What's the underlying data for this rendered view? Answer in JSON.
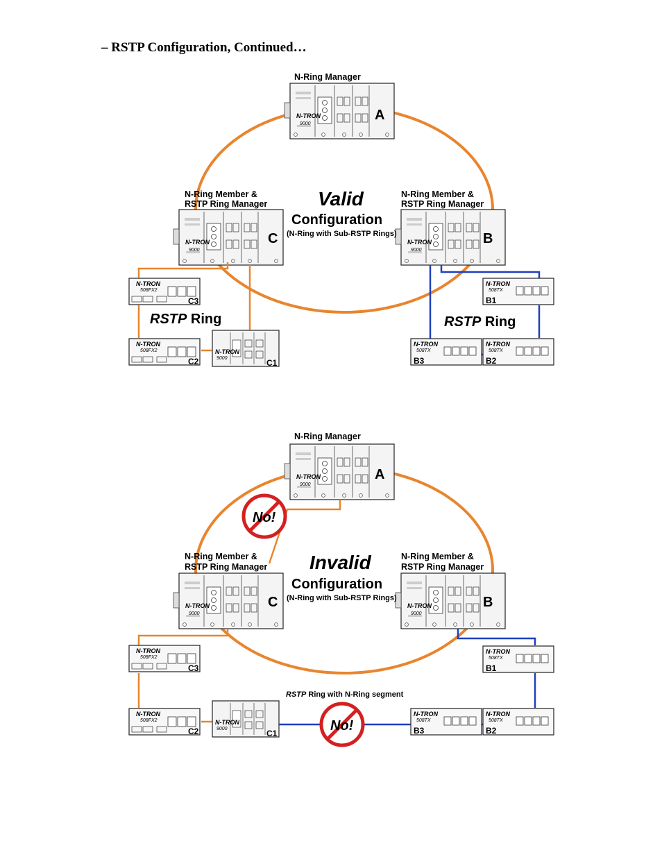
{
  "heading": "– RSTP Configuration, Continued…",
  "colors": {
    "ring": "#E8852E",
    "blue": "#1F3FBF",
    "no_sign": "#D42020"
  },
  "valid": {
    "title": "Valid",
    "config": "Configuration",
    "subtitle": "(N-Ring with Sub-RSTP Rings)",
    "manager_label": "N-Ring Manager",
    "member_label_1": "N-Ring Member &",
    "member_label_2": "RSTP Ring Manager",
    "rstp_ring_word": "RSTP",
    "ring_word": "Ring",
    "units": {
      "a": "A",
      "b": "B",
      "c": "C"
    },
    "tags": {
      "c1": "C1",
      "c2": "C2",
      "c3": "C3",
      "b1": "B1",
      "b2": "B2",
      "b3": "B3"
    }
  },
  "invalid": {
    "title": "Invalid",
    "config": "Configuration",
    "subtitle": "(N-Ring with Sub-RSTP Rings)",
    "manager_label": "N-Ring Manager",
    "member_label_1": "N-Ring Member &",
    "member_label_2": "RSTP Ring Manager",
    "segment_label_italic": "RSTP",
    "segment_label_rest": "Ring with N-Ring segment",
    "no_text": "No!",
    "units": {
      "a": "A",
      "b": "B",
      "c": "C"
    },
    "tags": {
      "c1": "C1",
      "c2": "C2",
      "c3": "C3",
      "b1": "B1",
      "b2": "B2",
      "b3": "B3"
    }
  },
  "device_text": {
    "brand": "N-TRON",
    "model_9000": "9000",
    "model_508fx2": "508FX2",
    "model_508tx": "508TX"
  }
}
